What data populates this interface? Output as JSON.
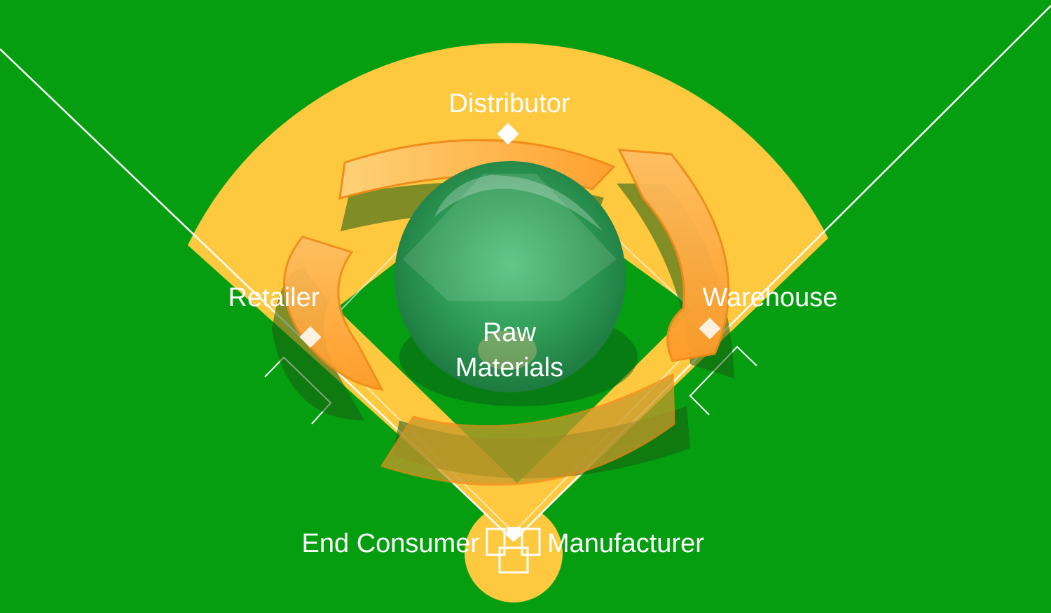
{
  "labels": {
    "top": "Distributor",
    "left": "Retailer",
    "right": "Warehouse",
    "center_line1": "Raw",
    "center_line2": "Materials",
    "bottom_left": "End Consumer",
    "bottom_right": "Manufacturer"
  },
  "colors": {
    "grass": "#049e10",
    "dirt": "#fec93f",
    "arrow": "#ffa63a",
    "arrow_outline": "#f08a1a",
    "sphere": "#2f9a55",
    "lines": "#ffffff"
  }
}
